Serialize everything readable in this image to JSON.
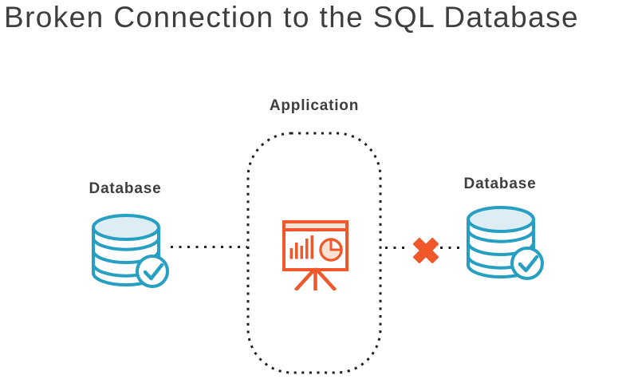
{
  "page": {
    "title": "Broken Connection to the SQL Database"
  },
  "colors": {
    "teal": "#279FC2",
    "teal-light": "#DCEDF3",
    "orange": "#F0582B",
    "orange-light": "#FBE0D4",
    "text": "#3E3E40",
    "dot": "#231F20",
    "background": "#FFFFFF"
  },
  "diagram": {
    "application": {
      "label": "Application",
      "icon": "presentation-chart-icon",
      "border_style": "dotted-rounded-rectangle"
    },
    "databases": {
      "left": {
        "label": "Database",
        "icon": "database-cylinder-icon",
        "status_icon": "check-icon",
        "state": "connected"
      },
      "right": {
        "label": "Database",
        "icon": "database-cylinder-icon",
        "status_icon": "check-icon",
        "state": "connected"
      }
    },
    "connections": {
      "left": {
        "style": "dotted",
        "state": "connected"
      },
      "right": {
        "style": "dotted",
        "state": "broken",
        "break_icon": "cross-icon"
      }
    }
  }
}
